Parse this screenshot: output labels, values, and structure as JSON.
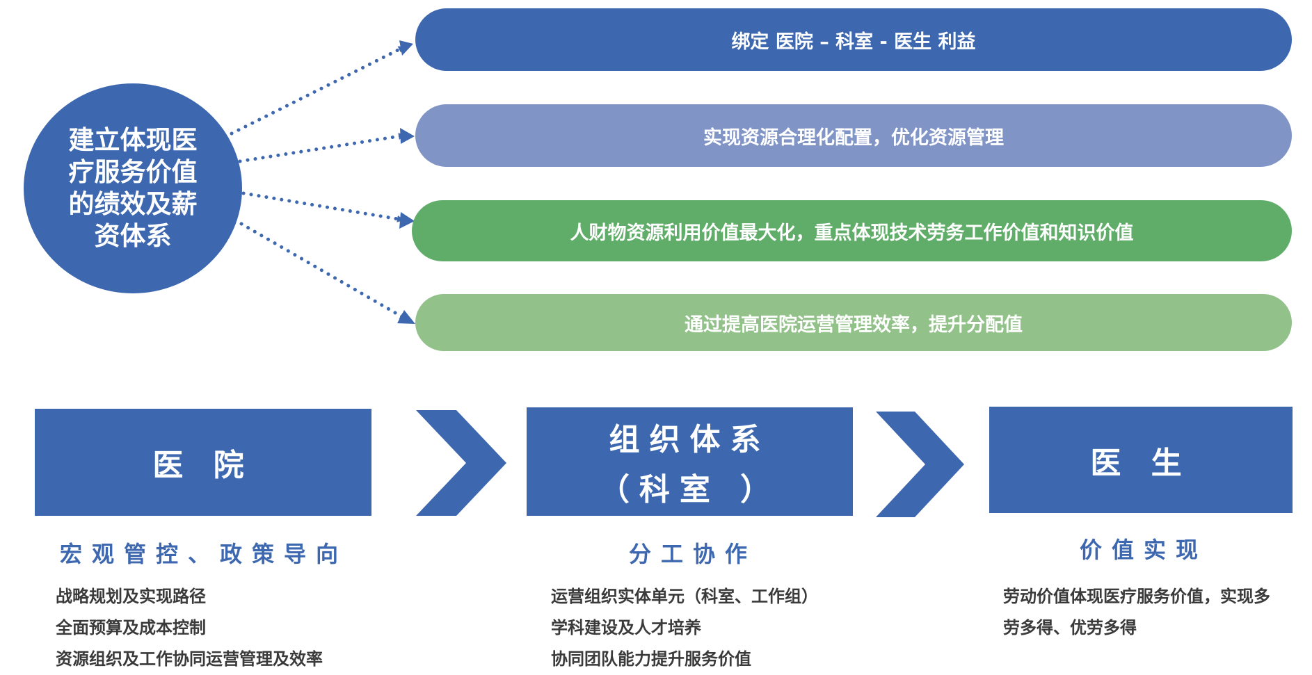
{
  "core": {
    "label": "建立体现医疗服务价值的绩效及薪资体系",
    "color": "#3d68b0"
  },
  "goals": [
    {
      "text": "绑定 医院 – 科室 - 医生 利益",
      "color": "#3d68b0"
    },
    {
      "text": "实现资源合理化配置，优化资源管理",
      "color": "#8094c6"
    },
    {
      "text": "人财物资源利用价值最大化，重点体现技术劳务工作价值和知识价值",
      "color": "#60ad6a"
    },
    {
      "text": "通过提高医院运营管理效率，提升分配值",
      "color": "#92c18a"
    }
  ],
  "levels": [
    {
      "title": "医 院",
      "subtitle": "",
      "heading": "宏观管控、政策导向",
      "items": [
        "战略规划及实现路径",
        "全面预算及成本控制",
        "资源组织及工作协同运营管理及效率"
      ]
    },
    {
      "title": "组织体系",
      "subtitle": "（科室 ）",
      "heading": "分工协作",
      "items": [
        "运营组织实体单元（科室、工作组）",
        "学科建设及人才培养",
        "协同团队能力提升服务价值"
      ]
    },
    {
      "title": "医 生",
      "subtitle": "",
      "heading": "价值实现",
      "items": [
        "劳动价值体现医疗服务价值，实现多",
        "劳多得、优劳多得"
      ]
    }
  ],
  "arrow_icon": "chevron-right-icon",
  "accent": "#3d68b0"
}
